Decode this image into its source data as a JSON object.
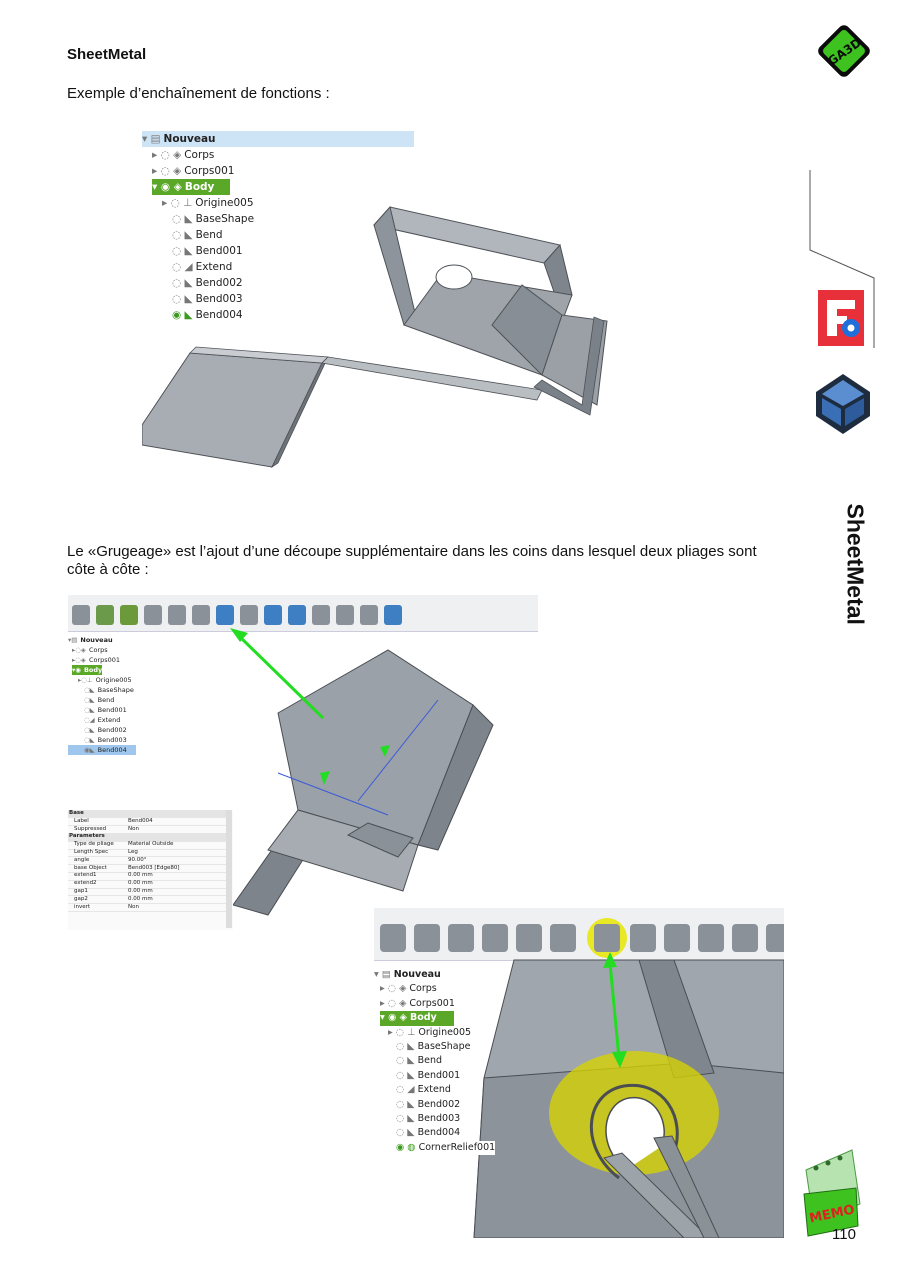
{
  "header": {
    "title": "SheetMetal",
    "intro": "Exemple d’enchaînement de fonctions :"
  },
  "tree1": {
    "items": [
      {
        "label": "Nouveau"
      },
      {
        "label": "Corps"
      },
      {
        "label": "Corps001"
      },
      {
        "label": "Body"
      },
      {
        "label": "Origine005"
      },
      {
        "label": "BaseShape"
      },
      {
        "label": "Bend"
      },
      {
        "label": "Bend001"
      },
      {
        "label": "Extend"
      },
      {
        "label": "Bend002"
      },
      {
        "label": "Bend003"
      },
      {
        "label": "Bend004"
      }
    ]
  },
  "paragraph": " Le «Grugeage» est l’ajout d’une découpe supplémentaire dans les coins dans lesquel deux pliages sont côte à côte :",
  "tree2": {
    "items": [
      {
        "label": "Nouveau"
      },
      {
        "label": "Corps"
      },
      {
        "label": "Corps001"
      },
      {
        "label": "Body"
      },
      {
        "label": "Origine005"
      },
      {
        "label": "BaseShape"
      },
      {
        "label": "Bend"
      },
      {
        "label": "Bend001"
      },
      {
        "label": "Extend"
      },
      {
        "label": "Bend002"
      },
      {
        "label": "Bend003"
      },
      {
        "label": "Bend004"
      }
    ]
  },
  "properties": {
    "rows": [
      {
        "key": "Base",
        "value": "",
        "group": true
      },
      {
        "key": "Label",
        "value": "Bend004"
      },
      {
        "key": "Suppressed",
        "value": "Non"
      },
      {
        "key": "Parameters",
        "value": "",
        "group": true
      },
      {
        "key": "Type de pliage",
        "value": "Material Outside"
      },
      {
        "key": "Length Spec",
        "value": "Leg"
      },
      {
        "key": "angle",
        "value": "90.00°"
      },
      {
        "key": "base Object",
        "value": "Bend003 [Edge80]"
      },
      {
        "key": "extend1",
        "value": "0.00 mm"
      },
      {
        "key": "extend2",
        "value": "0.00 mm"
      },
      {
        "key": "gap1",
        "value": "0.00 mm"
      },
      {
        "key": "gap2",
        "value": "0.00 mm"
      },
      {
        "key": "invert",
        "value": "Non"
      }
    ]
  },
  "tree3": {
    "items": [
      {
        "label": "Nouveau"
      },
      {
        "label": "Corps"
      },
      {
        "label": "Corps001"
      },
      {
        "label": "Body"
      },
      {
        "label": "Origine005"
      },
      {
        "label": "BaseShape"
      },
      {
        "label": "Bend"
      },
      {
        "label": "Bend001"
      },
      {
        "label": "Extend"
      },
      {
        "label": "Bend002"
      },
      {
        "label": "Bend003"
      },
      {
        "label": "Bend004"
      },
      {
        "label": "CornerRelief001"
      }
    ]
  },
  "sidebar": {
    "title": "SheetMetal",
    "logo_text": "GA3D"
  },
  "footer": {
    "page_number": "110",
    "memo_label": "MEMO"
  },
  "colors": {
    "highlight_green": "#5ba829",
    "arrow_green": "#22dd22",
    "highlight_yellow": "#e8e600",
    "part_gray": "#8d949b",
    "selection_blue": "#cde3f6"
  }
}
